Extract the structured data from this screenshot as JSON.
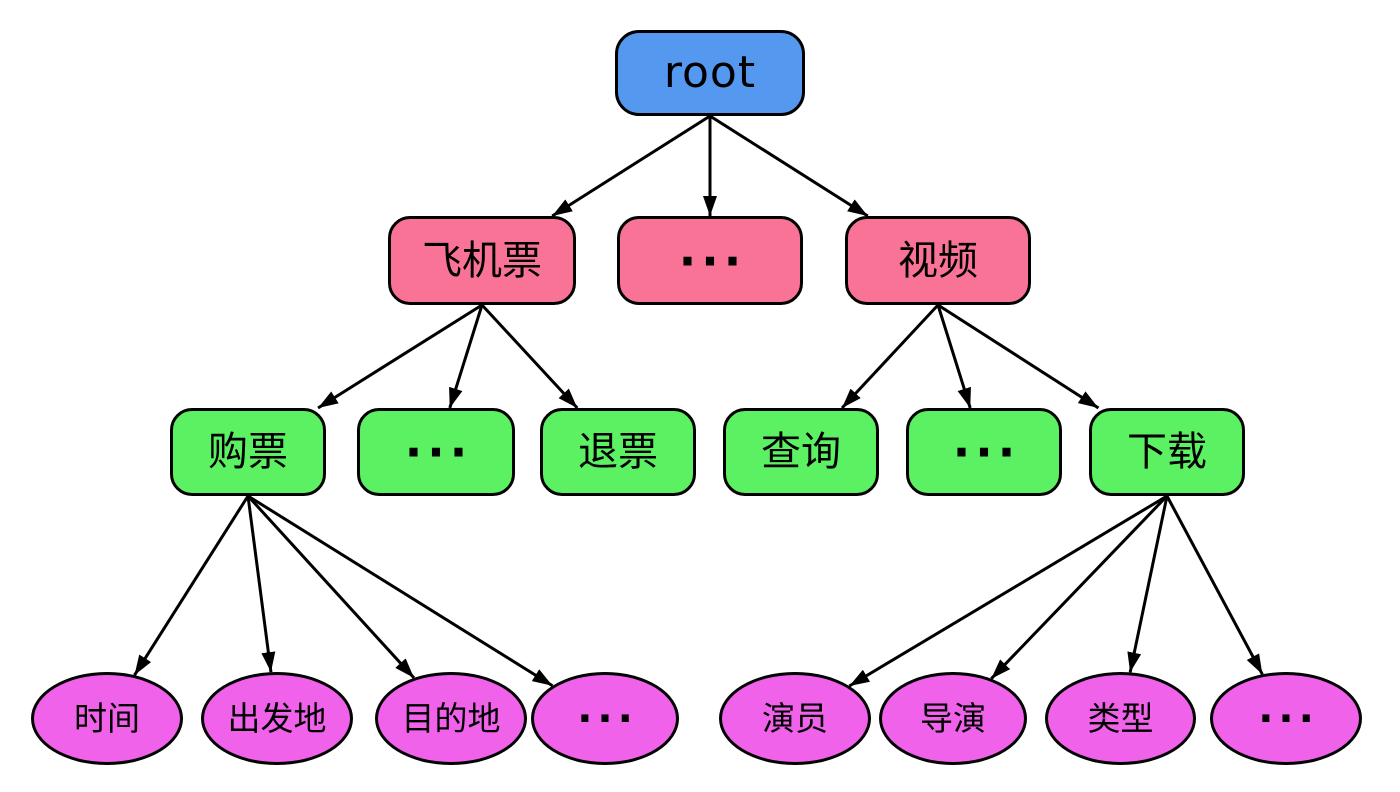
{
  "diagram": {
    "type": "tree",
    "background": "#ffffff"
  },
  "colors": {
    "root": "#5598f0",
    "category": "#f97397",
    "action": "#5bf163",
    "attribute": "#f162eb",
    "border": "#000000",
    "arrow": "#000000",
    "text": "#000000"
  },
  "nodes": [
    {
      "id": "root",
      "label": "root",
      "level": 1,
      "shape": "rounded-rect",
      "fill": "root"
    },
    {
      "id": "flight-ticket",
      "label": "飞机票",
      "level": 2,
      "shape": "rounded-rect",
      "fill": "category"
    },
    {
      "id": "l2-ellipsis",
      "label": "···",
      "level": 2,
      "shape": "rounded-rect",
      "fill": "category"
    },
    {
      "id": "video",
      "label": "视频",
      "level": 2,
      "shape": "rounded-rect",
      "fill": "category"
    },
    {
      "id": "buy-ticket",
      "label": "购票",
      "level": 3,
      "shape": "rounded-rect",
      "fill": "action"
    },
    {
      "id": "l3-ellipsis-left",
      "label": "···",
      "level": 3,
      "shape": "rounded-rect",
      "fill": "action"
    },
    {
      "id": "refund-ticket",
      "label": "退票",
      "level": 3,
      "shape": "rounded-rect",
      "fill": "action"
    },
    {
      "id": "query",
      "label": "查询",
      "level": 3,
      "shape": "rounded-rect",
      "fill": "action"
    },
    {
      "id": "l3-ellipsis-right",
      "label": "···",
      "level": 3,
      "shape": "rounded-rect",
      "fill": "action"
    },
    {
      "id": "download",
      "label": "下载",
      "level": 3,
      "shape": "rounded-rect",
      "fill": "action"
    },
    {
      "id": "time",
      "label": "时间",
      "level": 4,
      "shape": "ellipse",
      "fill": "attribute"
    },
    {
      "id": "departure",
      "label": "出发地",
      "level": 4,
      "shape": "ellipse",
      "fill": "attribute"
    },
    {
      "id": "destination",
      "label": "目的地",
      "level": 4,
      "shape": "ellipse",
      "fill": "attribute"
    },
    {
      "id": "l4-ellipsis-left",
      "label": "···",
      "level": 4,
      "shape": "ellipse",
      "fill": "attribute"
    },
    {
      "id": "actor",
      "label": "演员",
      "level": 4,
      "shape": "ellipse",
      "fill": "attribute"
    },
    {
      "id": "director",
      "label": "导演",
      "level": 4,
      "shape": "ellipse",
      "fill": "attribute"
    },
    {
      "id": "genre",
      "label": "类型",
      "level": 4,
      "shape": "ellipse",
      "fill": "attribute"
    },
    {
      "id": "l4-ellipsis-right",
      "label": "···",
      "level": 4,
      "shape": "ellipse",
      "fill": "attribute"
    }
  ],
  "edges": [
    [
      "root",
      "flight-ticket"
    ],
    [
      "root",
      "l2-ellipsis"
    ],
    [
      "root",
      "video"
    ],
    [
      "flight-ticket",
      "buy-ticket"
    ],
    [
      "flight-ticket",
      "l3-ellipsis-left"
    ],
    [
      "flight-ticket",
      "refund-ticket"
    ],
    [
      "video",
      "query"
    ],
    [
      "video",
      "l3-ellipsis-right"
    ],
    [
      "video",
      "download"
    ],
    [
      "buy-ticket",
      "time"
    ],
    [
      "buy-ticket",
      "departure"
    ],
    [
      "buy-ticket",
      "destination"
    ],
    [
      "buy-ticket",
      "l4-ellipsis-left"
    ],
    [
      "download",
      "actor"
    ],
    [
      "download",
      "director"
    ],
    [
      "download",
      "genre"
    ],
    [
      "download",
      "l4-ellipsis-right"
    ]
  ]
}
